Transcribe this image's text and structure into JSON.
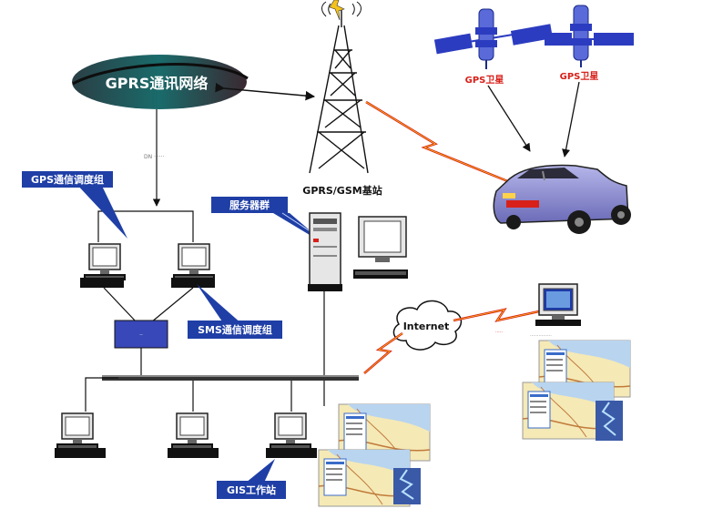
{
  "labels": {
    "gprs_network": "GPRS通讯网络",
    "base_station": "GPRS/GSM基站",
    "gps_group": "GPS通信调度组",
    "server_group": "服务器群",
    "sms_group": "SMS通信调度组",
    "gis_station": "GIS工作站",
    "internet": "Internet",
    "satellite_1": "GPS卫星",
    "satellite_2": "GPS卫星"
  },
  "colors": {
    "callout_fill": "#1f3fa6",
    "callout_text": "#ffffff",
    "satellite_text": "#d8201a",
    "lightning": "#d8201a",
    "lightning_fill": "#f5c11b",
    "router_fill": "#3848b8",
    "ellipse_dark": "#2a3f45",
    "ellipse_teal": "#1a6b6b"
  }
}
